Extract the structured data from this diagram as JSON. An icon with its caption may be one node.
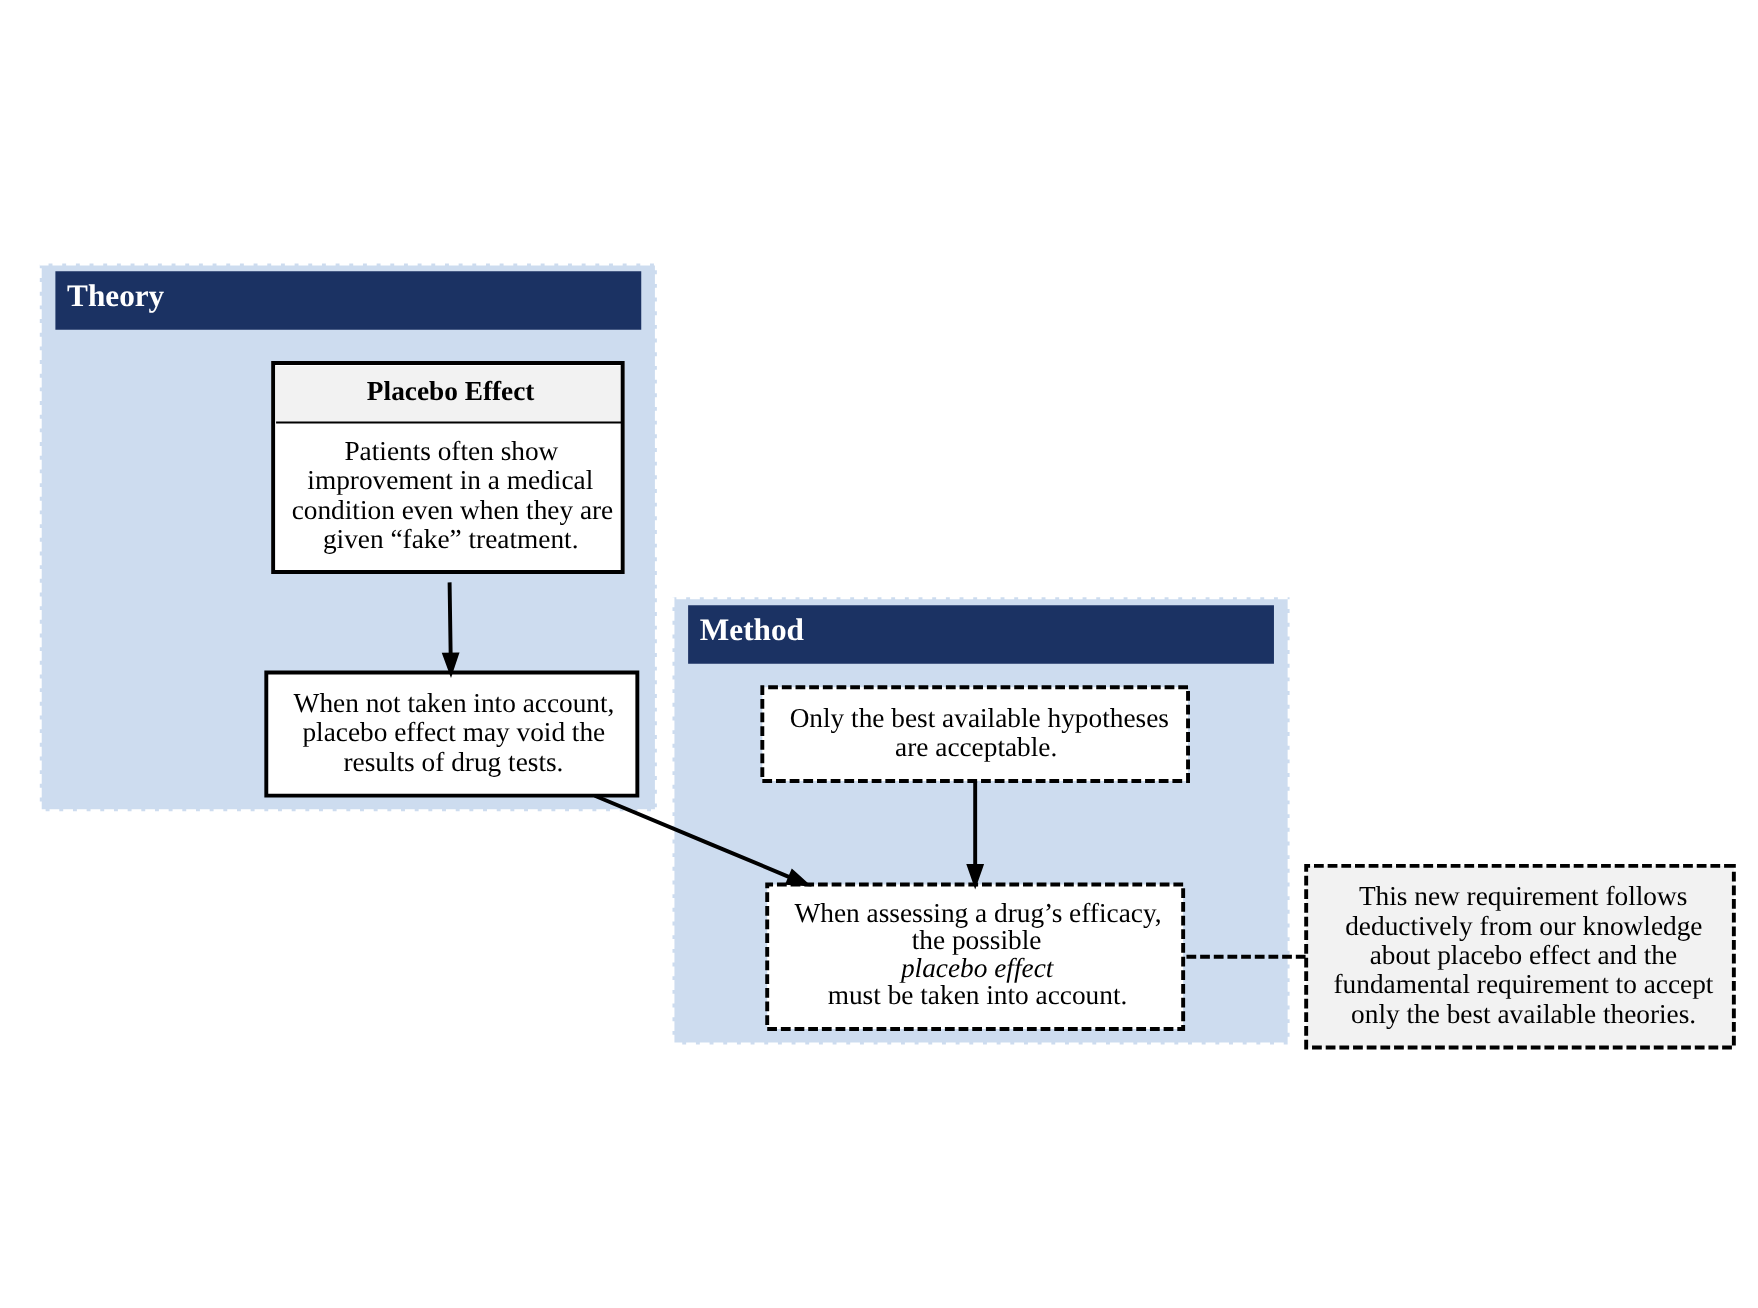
{
  "diagram": {
    "nodes": [
      {
        "text": [
          "Theory"
        ]
      },
      {
        "text": [
          "Method"
        ]
      },
      {
        "text": [
          "Placebo Effect",
          "Patients often show improvement in a medical condition even when they are given “fake” treatment."
        ],
        "in": 0
      },
      {
        "text": [
          "When not taken into account, placebo effect may void the results of drug tests."
        ],
        "in": 0
      },
      {
        "text": [
          "Only the best available hypotheses are acceptable."
        ],
        "in": 1
      },
      {
        "text": [
          "When assessing a drug’s efficacy, the possible *placebo effect* must be taken into account."
        ],
        "in": 1
      },
      {
        "text": [
          "This new requirement follows deductively from our knowledge about placebo effect and the fundamental requirement to accept only the best available theories."
        ]
      }
    ],
    "edges": [
      {
        "from": 2,
        "to": 3,
        "arrow": "to"
      },
      {
        "from": 3,
        "to": 5,
        "arrow": "to"
      },
      {
        "from": 4,
        "to": 5,
        "arrow": "to"
      },
      {
        "from": 6,
        "to": 5,
        "arrow": "none",
        "style": "dashed"
      }
    ]
  }
}
